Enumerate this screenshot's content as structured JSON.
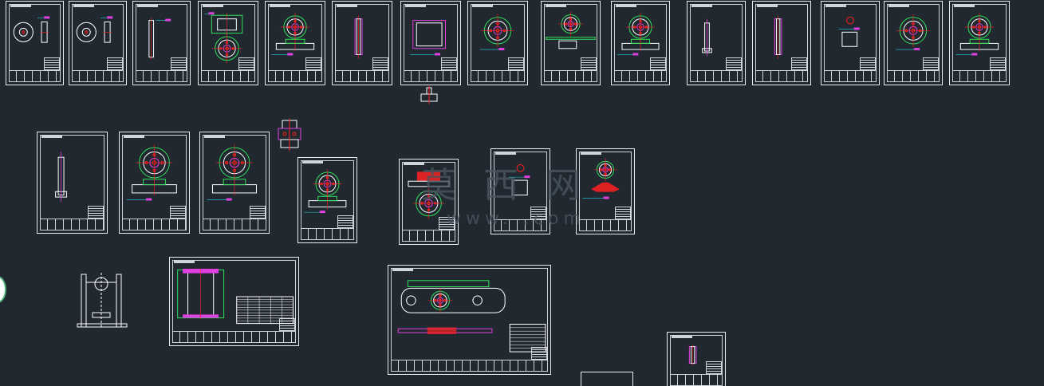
{
  "app": {
    "type": "CAD model space (dark background)",
    "background_color": "#212830"
  },
  "colors": {
    "line": "#ffffff",
    "frame": "#e9edf0",
    "green": "#2ee05a",
    "magenta": "#e040e0",
    "red": "#ff2020",
    "cyan": "#22d6e8",
    "yellow": "#ffd400"
  },
  "watermark": {
    "chars": "莫 西 网",
    "url": "www.  .com"
  },
  "sheets": [
    {
      "id": "s1",
      "drawing": "disc-side"
    },
    {
      "id": "s2",
      "drawing": "disc-side"
    },
    {
      "id": "s3",
      "drawing": "shaft-vertical"
    },
    {
      "id": "s4",
      "drawing": "assembly-two-views"
    },
    {
      "id": "s5",
      "drawing": "flange-plan-section"
    },
    {
      "id": "s6",
      "drawing": "tube-magenta"
    },
    {
      "id": "s7",
      "drawing": "box-frame"
    },
    {
      "id": "s8",
      "drawing": "flange-plan"
    },
    {
      "id": "s9",
      "drawing": "plate-section"
    },
    {
      "id": "s10",
      "drawing": "flange-plan-section"
    },
    {
      "id": "s11",
      "drawing": "shaft-small"
    },
    {
      "id": "s12",
      "drawing": "tube-magenta"
    },
    {
      "id": "s13",
      "drawing": "small-ring-block"
    },
    {
      "id": "s14",
      "drawing": "flange-plan"
    },
    {
      "id": "s15",
      "drawing": "flange-plan-section"
    },
    {
      "id": "s16",
      "drawing": "shaft-small"
    },
    {
      "id": "s17",
      "drawing": "flange-plan-section"
    },
    {
      "id": "s18",
      "drawing": "flange-plan-section"
    },
    {
      "id": "s19",
      "drawing": "flange-plan-section"
    },
    {
      "id": "s20",
      "drawing": "red-assembly"
    },
    {
      "id": "s21",
      "drawing": "small-ring-block"
    },
    {
      "id": "s22",
      "drawing": "red-parts"
    },
    {
      "id": "s23",
      "drawing": "main-assembly"
    },
    {
      "id": "s24",
      "drawing": "long-plate"
    },
    {
      "id": "s25",
      "drawing": "tube-magenta"
    }
  ]
}
